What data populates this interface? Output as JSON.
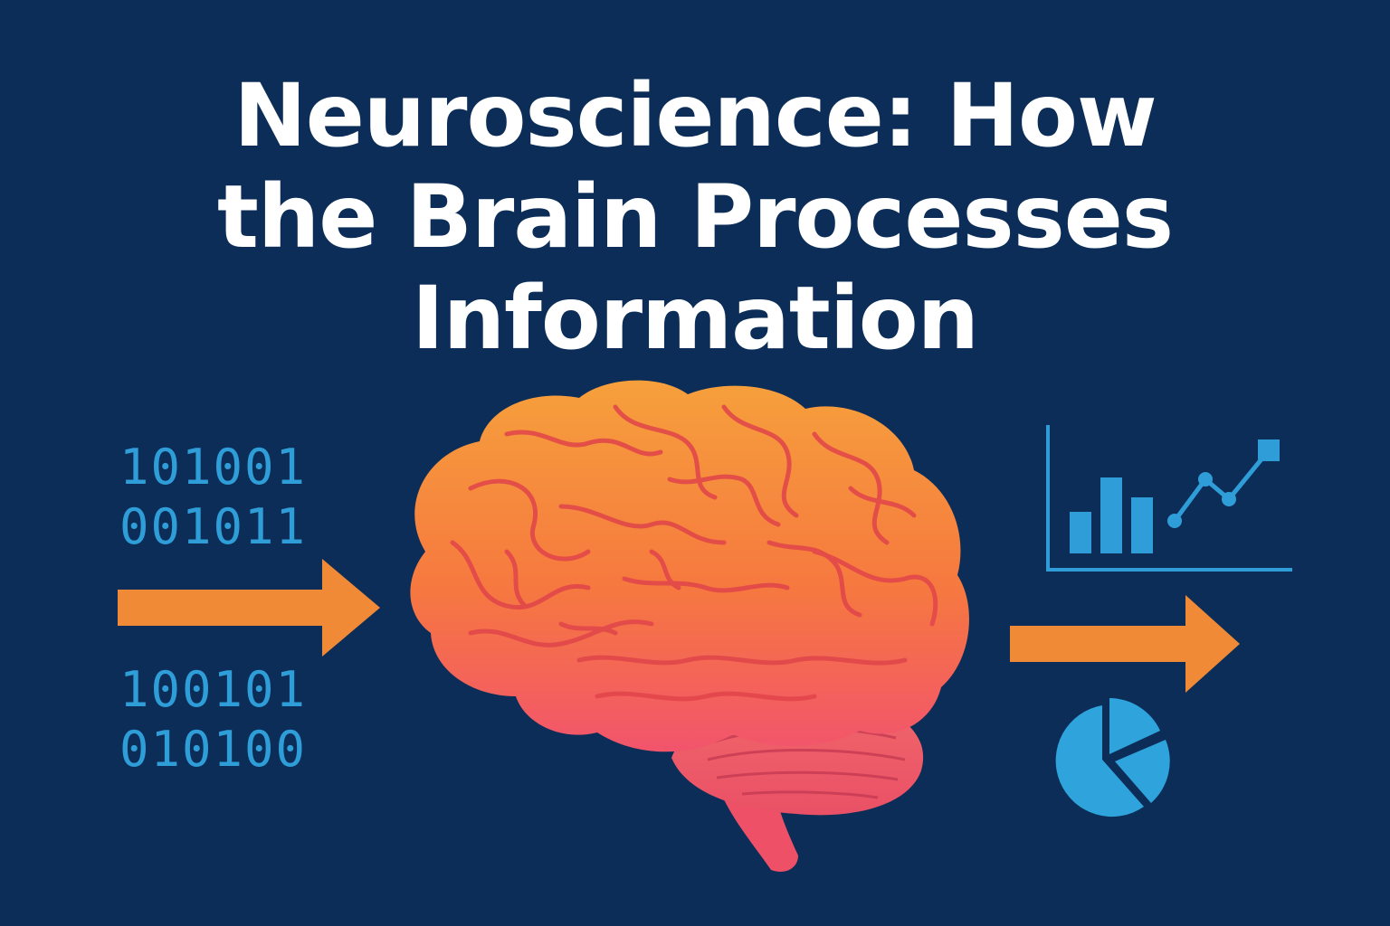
{
  "title": {
    "line1": "Neuroscience: How",
    "line2": "the Brain Processes",
    "line3": "Information"
  },
  "input_binary": {
    "top": [
      "101001",
      "001011"
    ],
    "bottom": [
      "100101",
      "010100"
    ]
  },
  "icons": {
    "left_arrow": "arrow-right-icon",
    "brain": "brain-icon",
    "right_arrow": "arrow-right-icon",
    "chart": "bar-line-chart-icon",
    "pie": "pie-chart-icon"
  },
  "colors": {
    "background": "#0b2d57",
    "title": "#ffffff",
    "binary": "#2f9ed8",
    "arrow": "#f08a36",
    "brain_top": "#f39a3d",
    "brain_bottom": "#f0566b",
    "brain_lines": "#e0444a",
    "chart": "#2f9ed8"
  }
}
